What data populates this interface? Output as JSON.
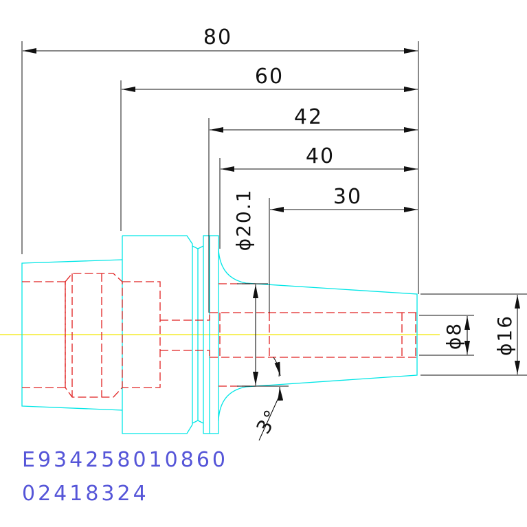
{
  "colors": {
    "outline": "#00e6e6",
    "hidden": "#e02020",
    "centerline": "#f2e600",
    "dimension": "#111111",
    "code_text": "#5555d8"
  },
  "dimensions": {
    "overall_length": "80",
    "length_60": "60",
    "length_42": "42",
    "length_40": "40",
    "length_30": "30",
    "diameter_flange": "ϕ20.1",
    "diameter_bore": "ϕ8",
    "diameter_nose": "ϕ16",
    "taper_angle": "3°"
  },
  "part_codes": {
    "line1": "E934258010860",
    "line2": "02418324"
  }
}
